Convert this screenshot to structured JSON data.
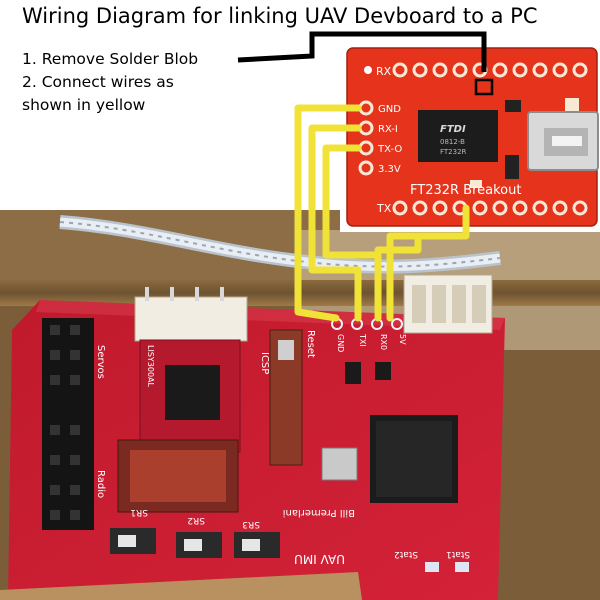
{
  "title": "Wiring Diagram for linking UAV Devboard to a PC",
  "steps": {
    "s1": "1. Remove Solder Blob",
    "s2a": "2. Connect wires as",
    "s2b": "shown in yellow"
  },
  "ftdi": {
    "rx": "RX",
    "tx": "TX",
    "gnd": "GND",
    "rxi": "RX-I",
    "txo": "TX-O",
    "v33": "3.3V",
    "breakout": "FT232R Breakout",
    "chip": "FTDI",
    "chip_sub1": "0812-B",
    "chip_sub2": "FT232R"
  },
  "board": {
    "icsp": "ICSP",
    "reset": "Reset",
    "servos": "Servos",
    "radio": "Radio",
    "lisy": "LISY300AL",
    "premerlani": "Bill Premerlani",
    "uav": "UAV IMU",
    "sr1": "SR1",
    "sr2": "SR2",
    "sr3": "SR3",
    "stat1": "Stat1",
    "stat2": "Stat2",
    "gnd": "GND",
    "txi": "TXI",
    "rx0": "RX0",
    "v5": "5V"
  },
  "colors": {
    "wire": "#f0e236",
    "board_red": "#c8102e",
    "ftdi_red": "#e5331c",
    "wood": "#b08a4a"
  }
}
